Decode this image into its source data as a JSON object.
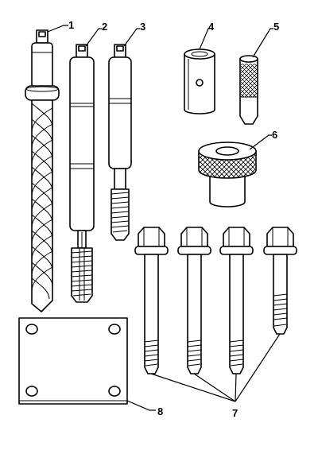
{
  "callouts": {
    "c1": "1",
    "c2": "2",
    "c3": "3",
    "c4": "4",
    "c5": "5",
    "c6": "6",
    "c7": "7",
    "c8": "8"
  },
  "colors": {
    "ink": "#000000",
    "background": "#ffffff"
  }
}
